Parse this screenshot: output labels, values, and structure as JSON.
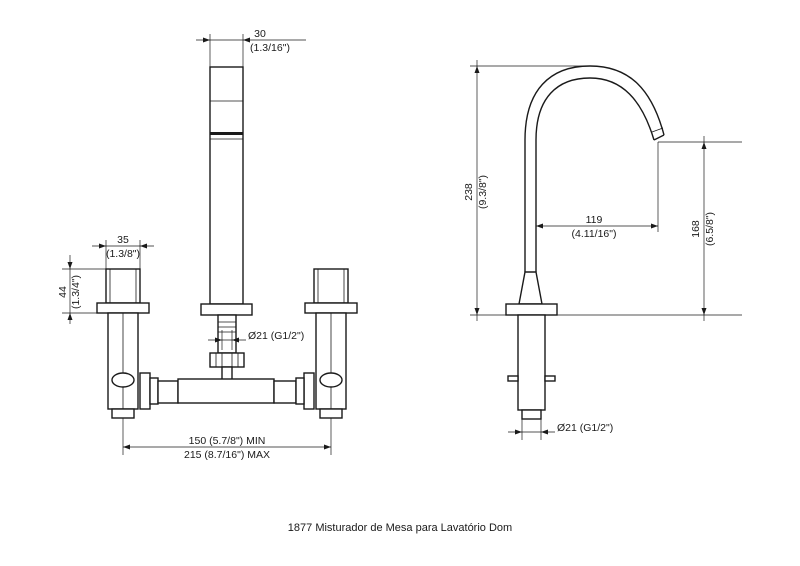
{
  "dimensions": {
    "spout_width_mm": "30",
    "spout_width_in": "(1.3/16\")",
    "handle_width_mm": "35",
    "handle_width_in": "(1.3/8\")",
    "handle_height_mm": "44",
    "handle_height_in": "(1.3/4\")",
    "connection_front": "Ø21 (G1/2\")",
    "spread_min": "150 (5.7/8\") MIN",
    "spread_max": "215 (8.7/16\") MAX",
    "total_height_mm": "238",
    "total_height_in": "(9.3/8\")",
    "reach_mm": "119",
    "reach_in": "(4.11/16\")",
    "outlet_height_mm": "168",
    "outlet_height_in": "(6.5/8\")",
    "connection_side": "Ø21 (G1/2\")"
  },
  "caption": "1877 Misturador de Mesa para Lavatório Dom",
  "colors": {
    "line": "#1a1a1a",
    "background": "#ffffff"
  }
}
